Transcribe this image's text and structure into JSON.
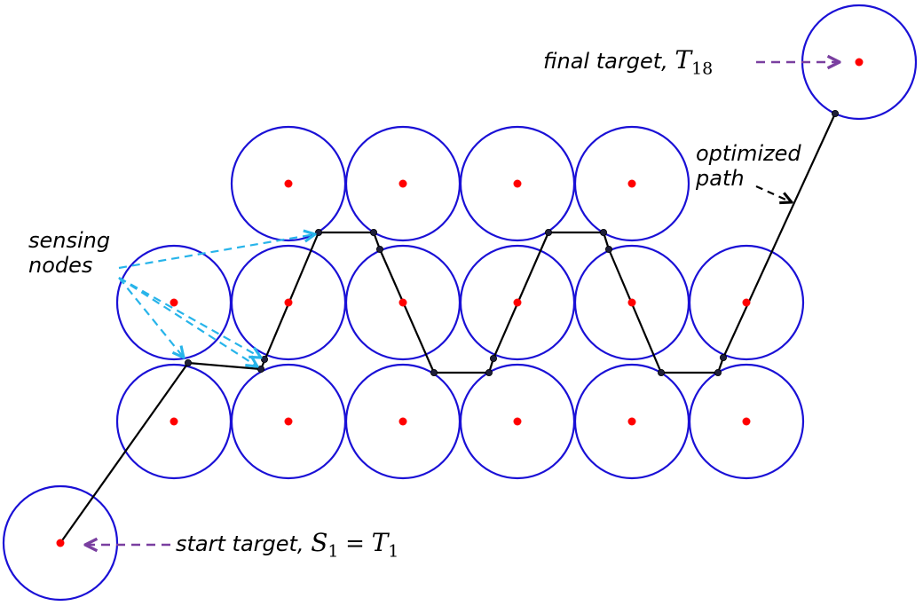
{
  "labels": {
    "final_target": {
      "text": "final target,",
      "symbol": "T",
      "subscript": "18"
    },
    "optimized_path": {
      "line1": "optimized",
      "line2": "path"
    },
    "sensing_nodes": {
      "line1": "sensing",
      "line2": "nodes"
    },
    "start_target": {
      "text": "start target,",
      "symbol1": "S",
      "sub1": "1",
      "equals": "=",
      "symbol2": "T",
      "sub2": "1"
    }
  },
  "colors": {
    "circle": "#1a10d6",
    "target_dot": "#ff0000",
    "path": "#000000",
    "sensing_arrow": "#27b4ea",
    "label_arrow": "#7a3fa0"
  }
}
